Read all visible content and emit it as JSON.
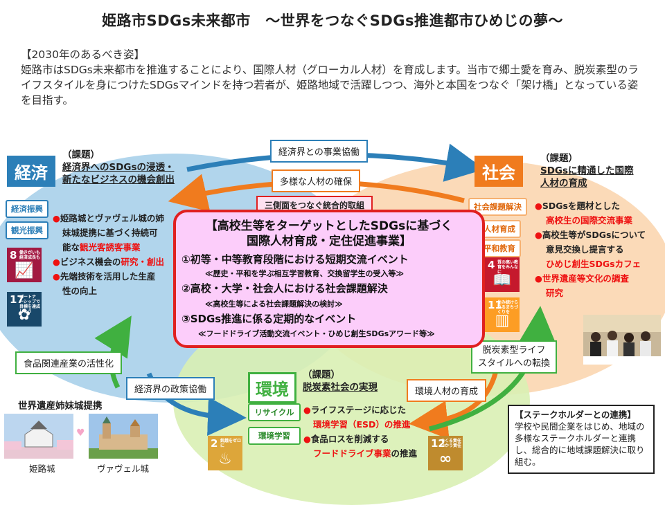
{
  "title": "姫路市SDGs未来都市　～世界をつなぐSDGs推進都市ひめじの夢～",
  "vision": {
    "heading": "【2030年のあるべき姿】",
    "body": "姫路市はSDGs未来都市を推進することにより、国際人材（グローカル人材）を育成します。当市で郷土愛を育み、脱炭素型のライフスタイルを身につけたSDGsマインドを持つ若者が、姫路地域で活躍しつつ、海外と本国をつなぐ「架け橋」となっている姿を目指す。"
  },
  "arrows": {
    "econ_business": "経済界との事業協働",
    "diverse_talent": "多様な人材の確保",
    "integrated": "三側面をつなぐ統合的取組",
    "food_industry": "食品関連産業の活性化",
    "econ_policy": "経済界の政策協働",
    "env_talent": "環境人材の育成",
    "decarbon_line1": "脱炭素型ライフ",
    "decarbon_line2": "スタイルへの転換"
  },
  "economy": {
    "label": "経済",
    "kadai_head": "（課題）",
    "kadai_line1": "経済界へのSDGsの浸透・",
    "kadai_line2": "新たなビジネスの機会創出",
    "tags": [
      "経済振興",
      "観光振興"
    ],
    "bullets": {
      "b1_1": "姫路城とヴァヴェル城の姉",
      "b1_2": "妹城提携に基づく持続可",
      "b1_3a": "能な",
      "b1_3b": "観光客誘客事業",
      "b2a": "ビジネス機会の",
      "b2b": "研究・創出",
      "b3_1": "先端技術を活用した生産",
      "b3_2": "性の向上"
    },
    "sdg8": {
      "num": "8",
      "text": "働きがいも経済成長も",
      "color": "#a21942"
    },
    "sdg17": {
      "num": "17",
      "text": "パートナーシップで目標を達成しよう",
      "color": "#19486a"
    }
  },
  "society": {
    "label": "社会",
    "kadai_head": "（課題）",
    "kadai_line1": "SDGsに精通した国際",
    "kadai_line2": "人材の育成",
    "tags": [
      "社会課題解決",
      "人材育成",
      "平和教育"
    ],
    "bullets": {
      "b1": "SDGsを題材とした",
      "b1r": "高校生の国際交流事業",
      "b2": "高校生等がSDGsについて",
      "b2b": "意見交換し提言する",
      "b2r": "ひめじ創生SDGsカフェ",
      "b3r": "世界遺産等文化の調査",
      "b3r2": "研究"
    },
    "sdg4": {
      "num": "4",
      "text": "質の高い教育をみんなに",
      "color": "#c5192d"
    },
    "sdg11": {
      "num": "11",
      "text": "住み続けられるまちづくりを",
      "color": "#fd9d24"
    }
  },
  "environment": {
    "label": "環境",
    "kadai_head": "（課題）",
    "kadai_line1": "脱炭素社会の実現",
    "tags": [
      "リサイクル",
      "環境学習"
    ],
    "bullets": {
      "b1": "ライフステージに応じた",
      "b1r": "環境学習（ESD）の推進",
      "b2": "食品ロスを削減する",
      "b2r": "フードドライブ事業",
      "b2s": "の推進"
    },
    "sdg2": {
      "num": "2",
      "text": "飢餓をゼロに",
      "color": "#dda63a"
    },
    "sdg12": {
      "num": "12",
      "text": "つくる責任つかう責任",
      "color": "#bf8b2e"
    }
  },
  "center": {
    "title1": "【高校生等をターゲットとしたSDGsに基づく",
    "title2": "国際人材育成・定住促進事業】",
    "item1": "①初等・中等教育段階における短期交流イベント",
    "sub1": "≪歴史・平和を学ぶ相互学習教育、交換留学生の受入等≫",
    "item2": "②高校・大学・社会人における社会課題解決",
    "sub2": "≪高校生等による社会課題解決の検討≫",
    "item3": "③SDGs推進に係る定期的なイベント",
    "sub3": "≪フードドライブ活動交流イベント・ひめじ創生SDGsアワード等≫"
  },
  "sister_city": {
    "heading": "世界遺産姉妹城提携",
    "himeji": "姫路城",
    "wawel": "ヴァヴェル城"
  },
  "stakeholder": {
    "heading": "【ステークホルダーとの連携】",
    "body": "学校や民間企業をはじめ、地域の多様なステークホルダーと連携し、総合的に地域課題解決に取り組む。"
  }
}
